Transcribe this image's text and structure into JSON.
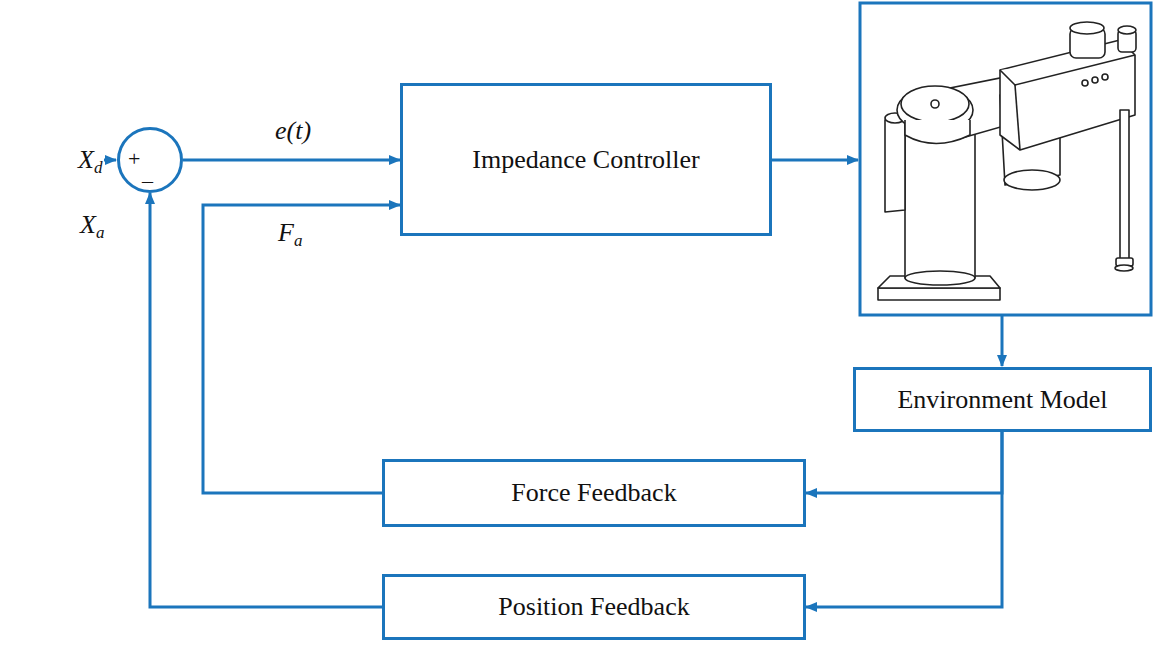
{
  "diagram": {
    "nodes": [
      {
        "text": [
          "+",
          "_"
        ]
      },
      {
        "text": [
          "Impedance Controller"
        ]
      },
      {
        "text": [
          "Environment Model"
        ]
      },
      {
        "text": [
          "Force Feedback"
        ]
      },
      {
        "text": [
          "Position Feedback"
        ]
      }
    ],
    "edges": [
      {
        "from": 0,
        "to": 1,
        "arrow": "to",
        "label": "e(t)"
      },
      {
        "from": 3,
        "to": 1,
        "arrow": "to",
        "label": "Fa"
      },
      {
        "from": 2,
        "to": 3,
        "arrow": "to"
      },
      {
        "from": 2,
        "to": 4,
        "arrow": "to"
      },
      {
        "from": 4,
        "to": 0,
        "arrow": "to"
      }
    ],
    "labels": [
      "Xd",
      "Xa"
    ]
  }
}
